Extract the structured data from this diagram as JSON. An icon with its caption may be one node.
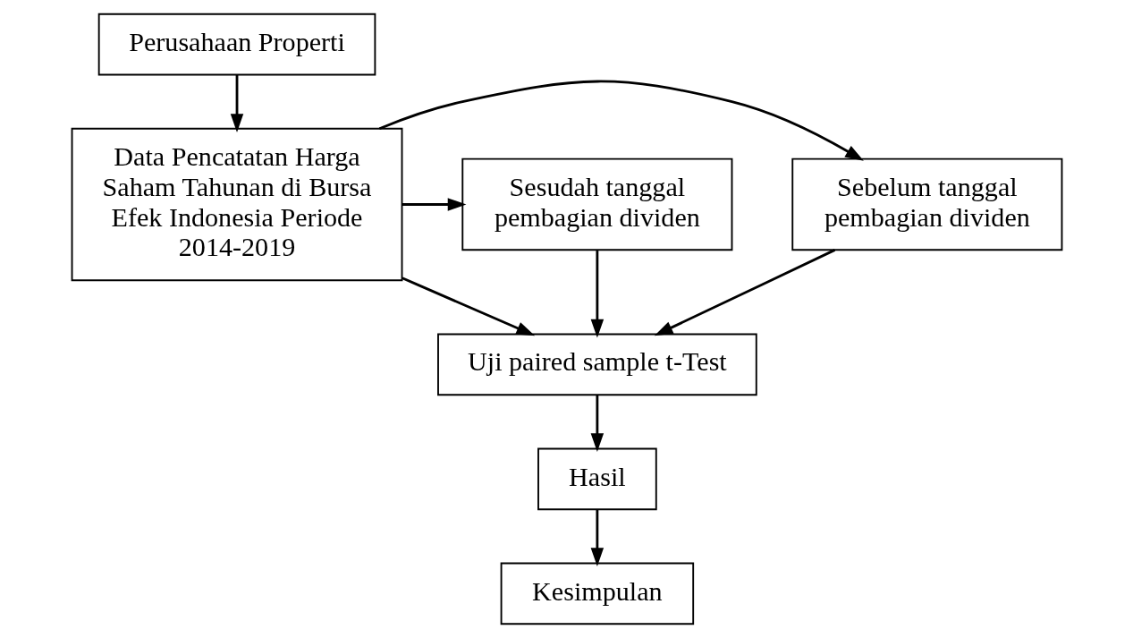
{
  "diagram": {
    "nodes": [
      {
        "text": [
          "Perusahaan Properti"
        ]
      },
      {
        "text": [
          "Data Pencatatan Harga Saham Tahunan di Bursa Efek Indonesia Periode 2014-2019"
        ]
      },
      {
        "text": [
          "Sebelum tanggal pembagian dividen"
        ]
      },
      {
        "text": [
          "Sesudah tanggal pembagian dividen"
        ]
      },
      {
        "text": [
          "Uji paired sample t-Test"
        ]
      },
      {
        "text": [
          "Hasil"
        ]
      },
      {
        "text": [
          "Kesimpulan"
        ]
      }
    ],
    "edges": [
      {
        "from": 0,
        "to": 1,
        "arrow": "to"
      },
      {
        "from": 1,
        "to": 2,
        "arrow": "to"
      },
      {
        "from": 1,
        "to": 3,
        "arrow": "to"
      },
      {
        "from": 2,
        "to": 4,
        "arrow": "to"
      },
      {
        "from": 1,
        "to": 4,
        "arrow": "to"
      },
      {
        "from": 3,
        "to": 4,
        "arrow": "to"
      },
      {
        "from": 4,
        "to": 5,
        "arrow": "to"
      },
      {
        "from": 5,
        "to": 6,
        "arrow": "to"
      }
    ]
  }
}
